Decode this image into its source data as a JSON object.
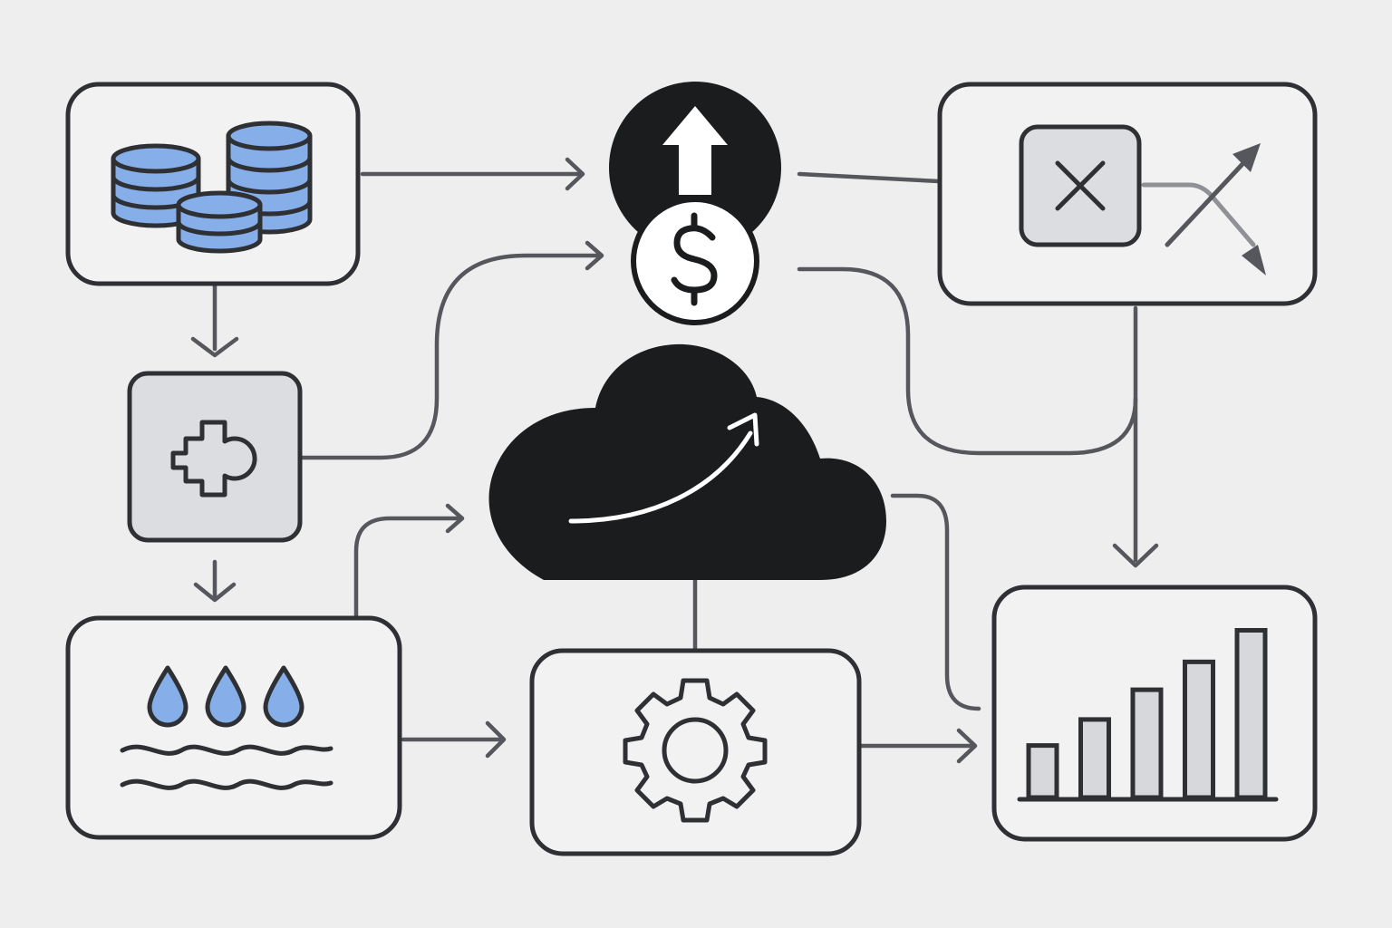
{
  "diagram": {
    "nodes": [
      {
        "id": "database",
        "icon": "database-icon"
      },
      {
        "id": "plugin",
        "icon": "puzzle-piece-icon"
      },
      {
        "id": "water",
        "icon": "water-drops-icon"
      },
      {
        "id": "revenue",
        "icon": "dollar-growth-icon"
      },
      {
        "id": "cloud",
        "icon": "cloud-growth-icon"
      },
      {
        "id": "settings",
        "icon": "gear-icon"
      },
      {
        "id": "decision",
        "icon": "close-icon"
      },
      {
        "id": "chart",
        "icon": "bar-chart-icon"
      }
    ],
    "edges": [
      {
        "from": "database",
        "to": "revenue"
      },
      {
        "from": "database",
        "to": "plugin"
      },
      {
        "from": "plugin",
        "to": "revenue"
      },
      {
        "from": "plugin",
        "to": "water"
      },
      {
        "from": "water",
        "to": "cloud"
      },
      {
        "from": "water",
        "to": "settings"
      },
      {
        "from": "settings",
        "to": "cloud"
      },
      {
        "from": "settings",
        "to": "chart"
      },
      {
        "from": "revenue",
        "to": "decision"
      },
      {
        "from": "revenue",
        "to": "decision"
      },
      {
        "from": "decision",
        "to": "chart"
      },
      {
        "from": "cloud",
        "to": "chart"
      }
    ],
    "bar_chart_levels": [
      0.28,
      0.42,
      0.58,
      0.73,
      0.9
    ],
    "colors": {
      "background": "#eeeeee",
      "stroke": "#2e3034",
      "connector": "#55575c",
      "accent_blue": "#86aee9",
      "dark_fill": "#1b1c1e",
      "gray_fill": "#dcdde0"
    }
  }
}
